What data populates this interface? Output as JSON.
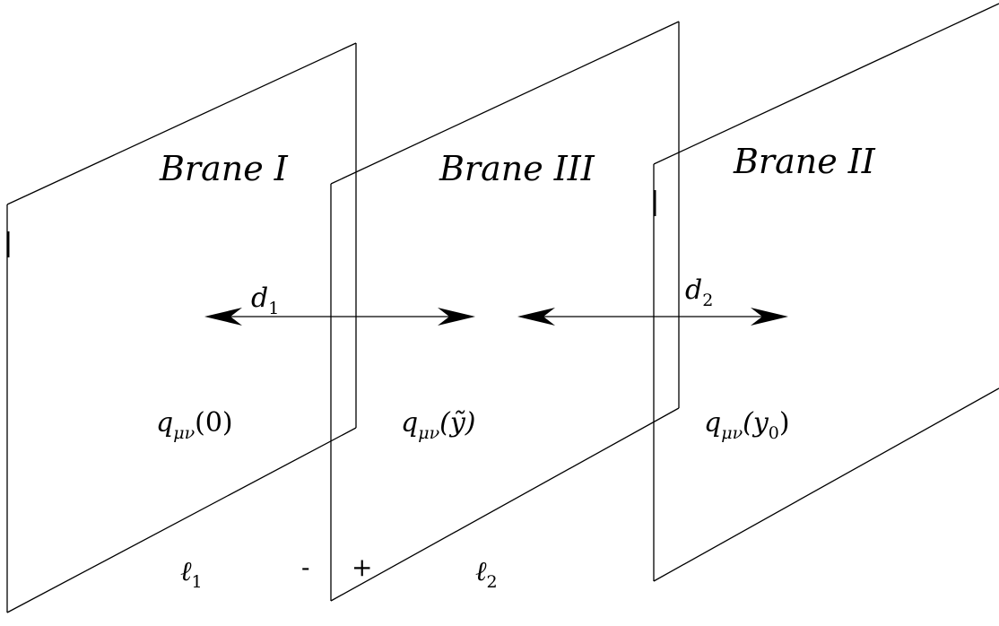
{
  "branes": [
    {
      "title": "Brane I",
      "field": "q",
      "field_sub": "μν",
      "field_arg": "(0)",
      "segment": "ℓ",
      "segment_sub": "1"
    },
    {
      "title": "Brane III",
      "field": "q",
      "field_sub": "μν",
      "field_arg": "(ỹ)"
    },
    {
      "title": "Brane II",
      "field": "q",
      "field_sub": "μν",
      "field_arg": "(y",
      "field_arg_sub": "0",
      "field_arg_close": ")",
      "segment": "ℓ",
      "segment_sub": "2"
    }
  ],
  "distances": [
    {
      "symbol": "d",
      "sub": "1"
    },
    {
      "symbol": "d",
      "sub": "2"
    }
  ],
  "sides": {
    "minus": "-",
    "plus": "+"
  }
}
